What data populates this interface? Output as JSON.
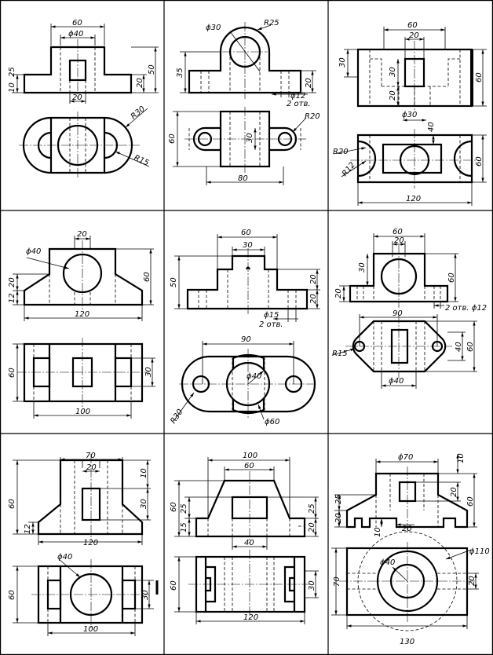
{
  "cells": [
    {
      "id": "1",
      "dims": [
        "60",
        "ϕ40",
        "25",
        "10",
        "50",
        "20",
        "20",
        "R30",
        "R15"
      ]
    },
    {
      "id": "2",
      "dims": [
        "ϕ30",
        "R25",
        "35",
        "20",
        "ϕ12",
        "2 отв.",
        "R20",
        "60",
        "30",
        "80"
      ]
    },
    {
      "id": "3",
      "dims": [
        "60",
        "20",
        "30",
        "30",
        "20",
        "60",
        "ϕ30",
        "40",
        "R20",
        "R12",
        "60",
        "120"
      ]
    },
    {
      "id": "4",
      "dims": [
        "20",
        "ϕ40",
        "20",
        "12",
        "60",
        "120",
        "60",
        "30",
        "100"
      ]
    },
    {
      "id": "5",
      "dims": [
        "60",
        "30",
        "50",
        "20",
        "20",
        "ϕ15",
        "2 отв.",
        "90",
        "ϕ40",
        "R30",
        "ϕ60"
      ]
    },
    {
      "id": "6",
      "dims": [
        "60",
        "20",
        "30",
        "60",
        "20",
        "90",
        "2 отв. ϕ12",
        "40",
        "60",
        "R15",
        "ϕ40"
      ]
    },
    {
      "id": "7",
      "dims": [
        "70",
        "20",
        "10",
        "60",
        "30",
        "12",
        "120",
        "ϕ40",
        "60",
        "30",
        "100"
      ]
    },
    {
      "id": "8",
      "dims": [
        "100",
        "60",
        "60",
        "25",
        "15",
        "25",
        "20",
        "40",
        "60",
        "30",
        "120"
      ]
    },
    {
      "id": "9",
      "dims": [
        "ϕ70",
        "10",
        "25",
        "20",
        "20",
        "60",
        "10",
        "20",
        "ϕ110",
        "ϕ40",
        "70",
        "20",
        "130"
      ]
    }
  ]
}
